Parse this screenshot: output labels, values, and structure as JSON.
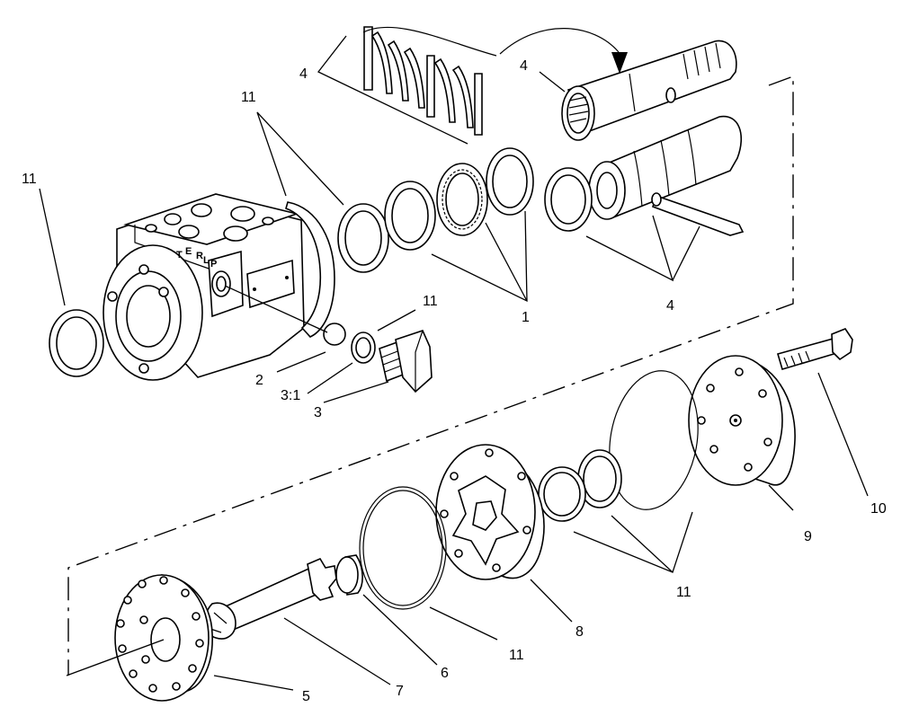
{
  "callouts": {
    "c4_group_top": "4",
    "c4_sleeve": "4",
    "c4_bottom": "4",
    "c11_top_left": "11",
    "c11_top": "11",
    "c11_small": "11",
    "c11_lower_right": "11",
    "c11_bottom": "11",
    "c1": "1",
    "c2": "2",
    "c3_1": "3:1",
    "c3": "3",
    "c5": "5",
    "c6": "6",
    "c7": "7",
    "c8": "8",
    "c9": "9",
    "c10": "10"
  },
  "housing_port_marks": [
    "T",
    "E",
    "R",
    "L",
    "P"
  ]
}
